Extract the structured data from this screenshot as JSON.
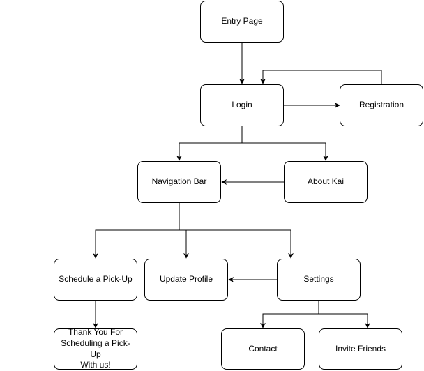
{
  "nodes": {
    "entry_page": "Entry Page",
    "login": "Login",
    "registration": "Registration",
    "navigation_bar": "Navigation Bar",
    "about_kai": "About Kai",
    "schedule_pickup": "Schedule a Pick-Up",
    "update_profile": "Update Profile",
    "settings": "Settings",
    "thank_you": "Thank You For\nScheduling a Pick-Up\nWith us!",
    "contact": "Contact",
    "invite_friends": "Invite Friends"
  },
  "edges": [
    {
      "from": "entry_page",
      "to": "login"
    },
    {
      "from": "login",
      "to": "registration"
    },
    {
      "from": "registration",
      "to": "login"
    },
    {
      "from": "login",
      "to": "navigation_bar"
    },
    {
      "from": "login",
      "to": "about_kai"
    },
    {
      "from": "about_kai",
      "to": "navigation_bar"
    },
    {
      "from": "navigation_bar",
      "to": "schedule_pickup"
    },
    {
      "from": "navigation_bar",
      "to": "update_profile"
    },
    {
      "from": "navigation_bar",
      "to": "settings"
    },
    {
      "from": "settings",
      "to": "update_profile"
    },
    {
      "from": "schedule_pickup",
      "to": "thank_you"
    },
    {
      "from": "settings",
      "to": "contact"
    },
    {
      "from": "settings",
      "to": "invite_friends"
    }
  ]
}
